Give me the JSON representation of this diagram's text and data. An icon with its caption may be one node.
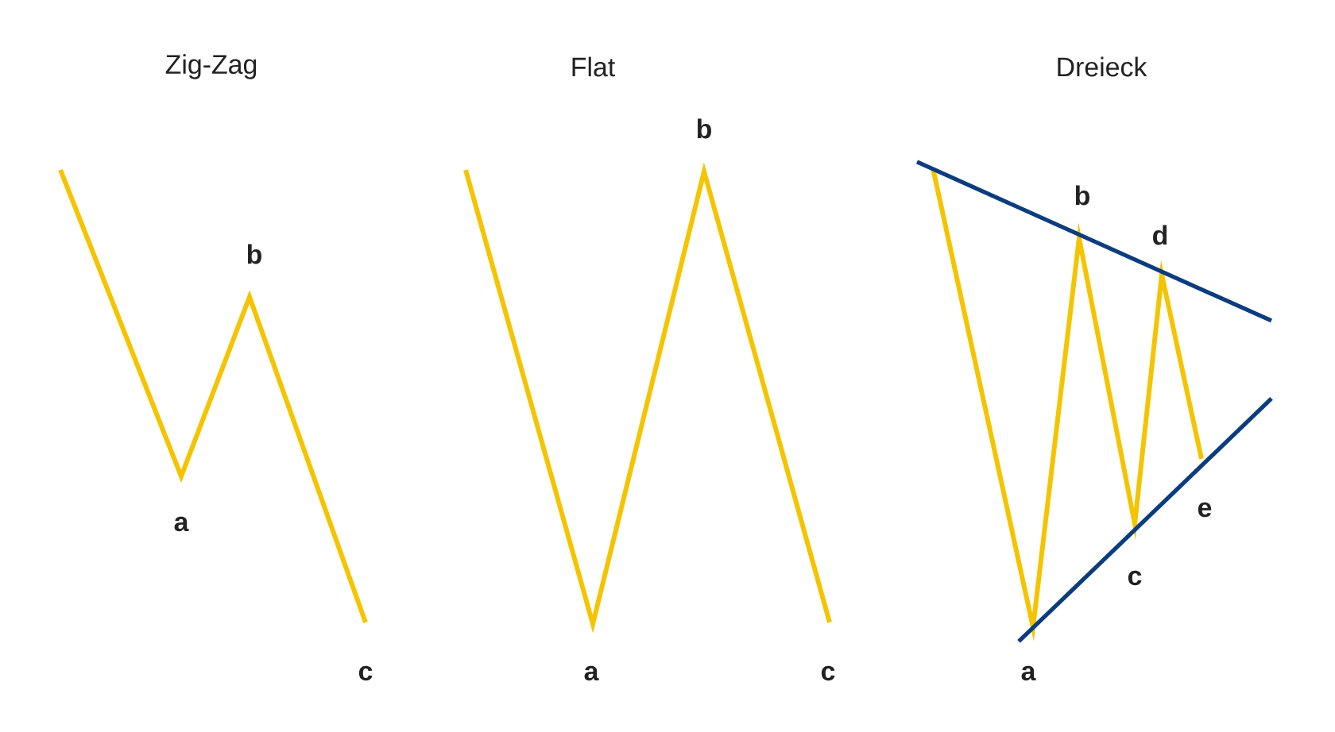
{
  "diagram": {
    "labels": [
      "Zig-Zag",
      "b",
      "a",
      "c",
      "Flat",
      "b",
      "a",
      "c",
      "Dreieck",
      "b",
      "d",
      "e",
      "c",
      "a"
    ]
  }
}
